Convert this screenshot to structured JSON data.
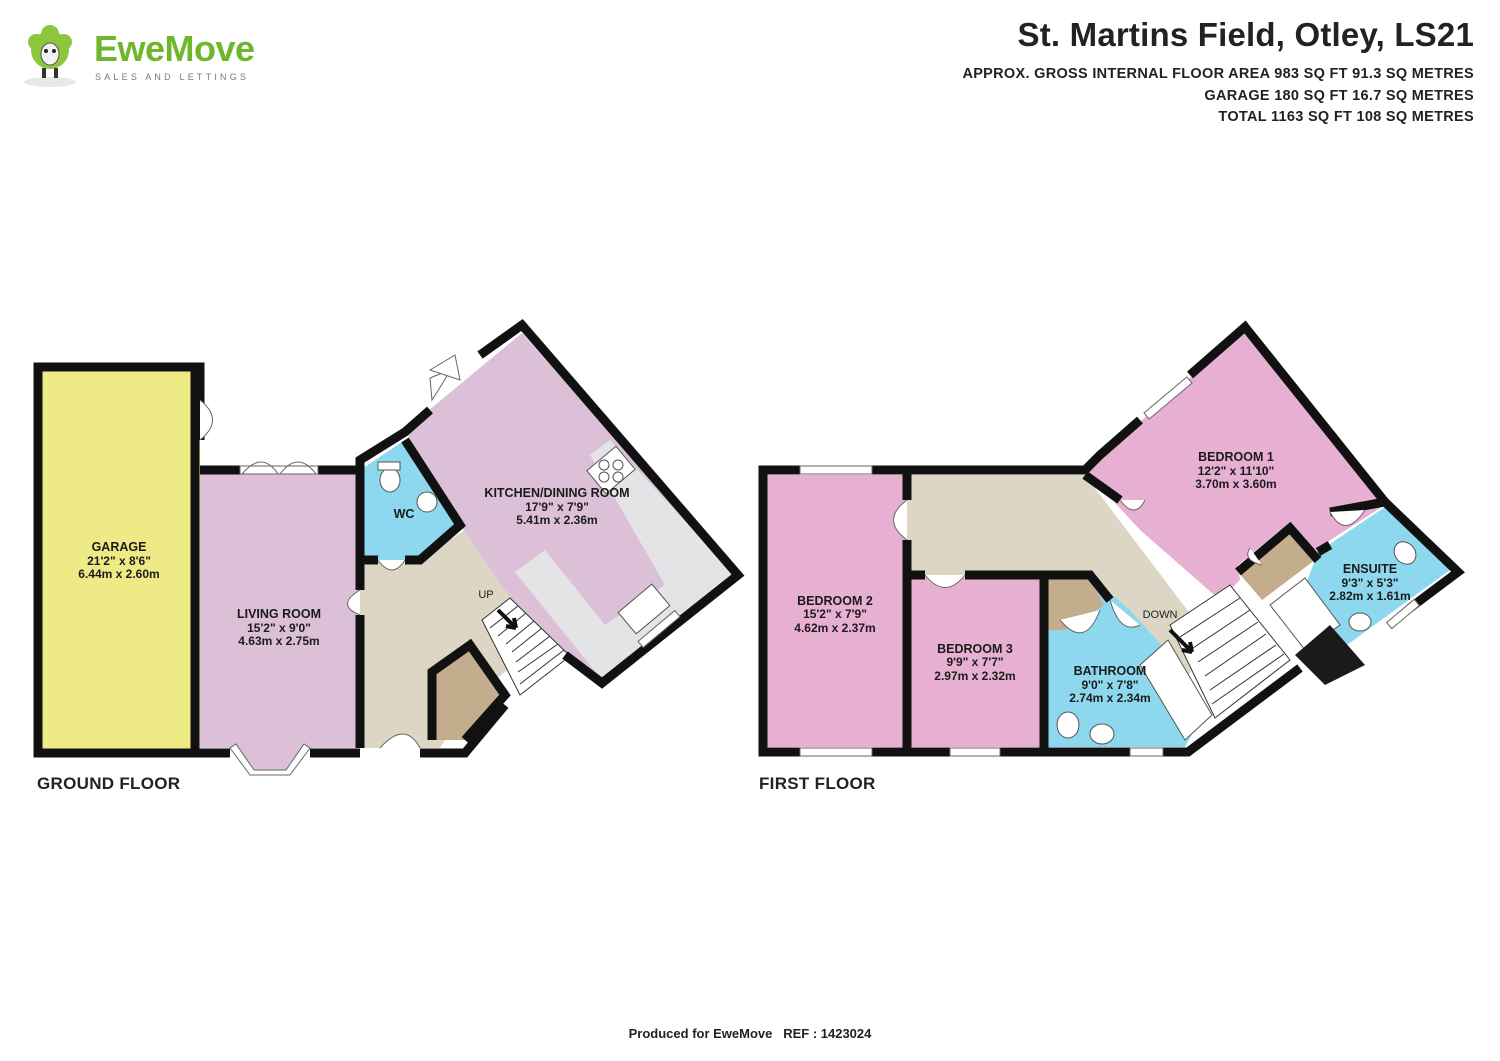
{
  "header": {
    "title": "St. Martins Field, Otley, LS21",
    "area_lines": [
      "APPROX. GROSS INTERNAL FLOOR AREA 983 SQ FT 91.3 SQ METRES",
      "GARAGE 180 SQ FT 16.7 SQ METRES",
      "TOTAL 1163 SQ FT 108 SQ METRES"
    ]
  },
  "logo": {
    "brand": "EweMove",
    "tagline": "SALES AND LETTINGS"
  },
  "floors": {
    "ground": "GROUND FLOOR",
    "first": "FIRST FLOOR"
  },
  "rooms": {
    "garage": {
      "name": "GARAGE",
      "imperial": "21'2\" x 8'6\"",
      "metric": "6.44m x 2.60m"
    },
    "living": {
      "name": "LIVING ROOM",
      "imperial": "15'2\" x 9'0\"",
      "metric": "4.63m x 2.75m"
    },
    "wc": {
      "name": "WC"
    },
    "kitchen": {
      "name": "KITCHEN/DINING ROOM",
      "imperial": "17'9\" x 7'9\"",
      "metric": "5.41m x 2.36m"
    },
    "bedroom1": {
      "name": "BEDROOM 1",
      "imperial": "12'2\" x 11'10\"",
      "metric": "3.70m x 3.60m"
    },
    "bedroom2": {
      "name": "BEDROOM 2",
      "imperial": "15'2\" x 7'9\"",
      "metric": "4.62m x 2.37m"
    },
    "bedroom3": {
      "name": "BEDROOM 3",
      "imperial": "9'9\" x 7'7\"",
      "metric": "2.97m x 2.32m"
    },
    "bathroom": {
      "name": "BATHROOM",
      "imperial": "9'0\" x 7'8\"",
      "metric": "2.74m x 2.34m"
    },
    "ensuite": {
      "name": "ENSUITE",
      "imperial": "9'3\" x 5'3\"",
      "metric": "2.82m x 1.61m"
    }
  },
  "stairs": {
    "up": "UP",
    "down": "DOWN"
  },
  "footer": "Produced for EweMove   REF : 1423024",
  "colors": {
    "garage": "#eeeb86",
    "living": "#dcc0d8",
    "kitchen": "#dcc0d8",
    "wc": "#8dd8ee",
    "hall": "#ded6c4",
    "cupboard": "#c4ad8c",
    "bedroom": "#e7b0d2",
    "bathroom": "#8dd8ee",
    "counter": "#e4e4e6",
    "wall": "#111111",
    "brand": "#6fb62c"
  }
}
